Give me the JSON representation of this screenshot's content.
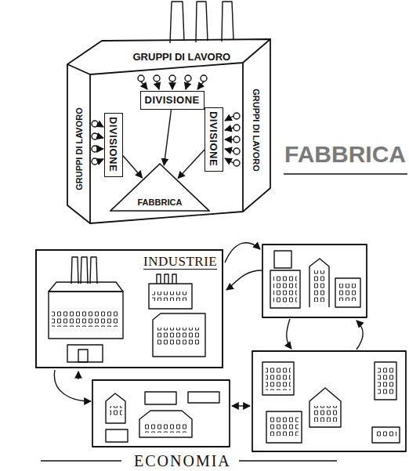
{
  "diagram": {
    "nodes": [
      {
        "text": [
          "GRUPPI DI LAVORO",
          "GRUPPI DI LAVORO",
          "GRUPPI DI LAVORO"
        ]
      },
      {
        "text": [
          "DIVISIONE"
        ],
        "in": 0
      },
      {
        "text": [
          "DIVISIONE"
        ],
        "in": 0
      },
      {
        "text": [
          "DIVISIONE"
        ],
        "in": 0
      },
      {
        "text": [
          "FABBRICA"
        ],
        "in": 0
      },
      {
        "text": [
          "INDUSTRIE"
        ]
      }
    ],
    "edges": [
      {
        "from": 1,
        "to": 4,
        "arrow": "to"
      },
      {
        "from": 2,
        "to": 4,
        "arrow": "to"
      },
      {
        "from": 3,
        "to": 4,
        "arrow": "to"
      }
    ],
    "labels": [
      "FABBRICA",
      "ECONOMIA"
    ]
  }
}
